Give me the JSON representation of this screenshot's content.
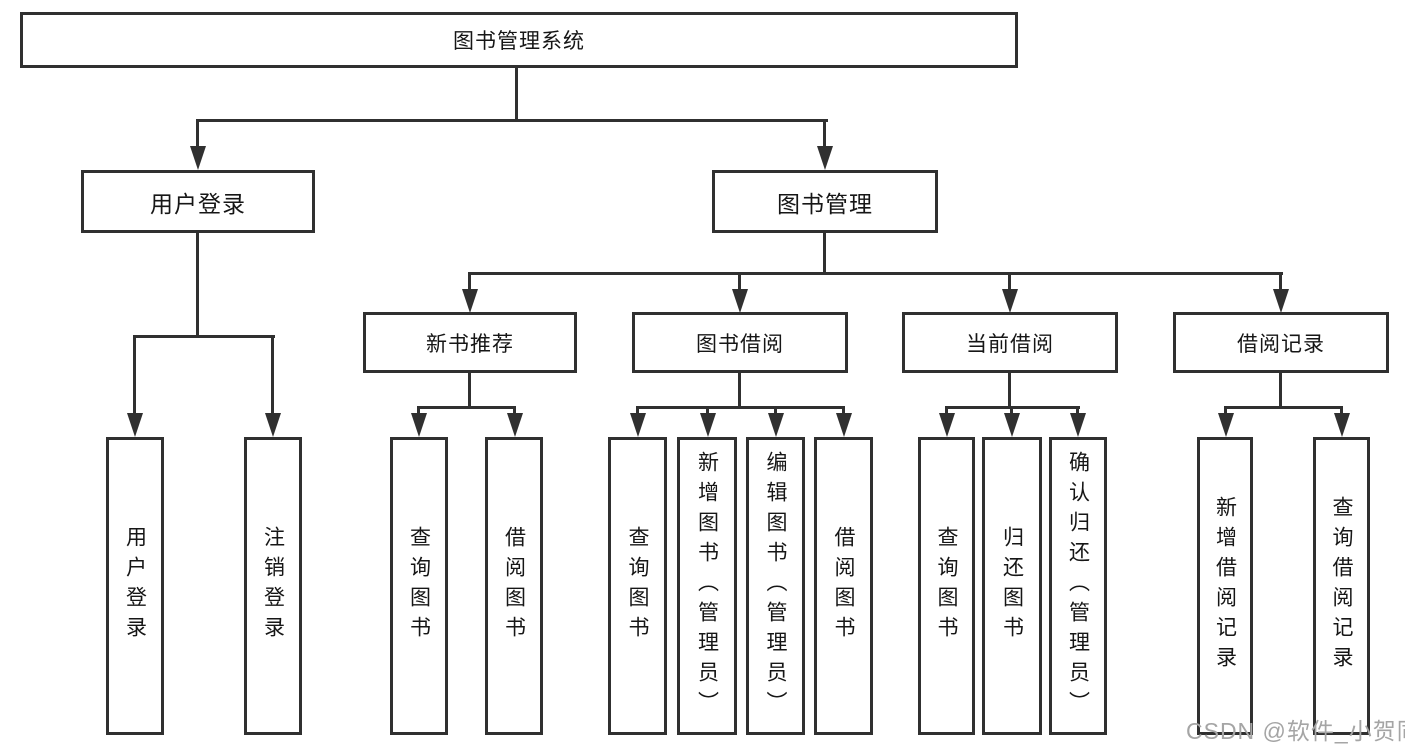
{
  "diagram": {
    "root": {
      "label": "图书管理系统"
    },
    "level2": [
      {
        "label": "用户登录"
      },
      {
        "label": "图书管理"
      }
    ],
    "level3": [
      {
        "label": "新书推荐"
      },
      {
        "label": "图书借阅"
      },
      {
        "label": "当前借阅"
      },
      {
        "label": "借阅记录"
      }
    ],
    "leaves": {
      "login": [
        {
          "label": "用户登录"
        },
        {
          "label": "注销登录"
        }
      ],
      "recommend": [
        {
          "label": "查询图书"
        },
        {
          "label": "借阅图书"
        }
      ],
      "borrow": [
        {
          "label": "查询图书"
        },
        {
          "label": "新增图书（管理员）"
        },
        {
          "label": "编辑图书（管理员）"
        },
        {
          "label": "借阅图书"
        }
      ],
      "current": [
        {
          "label": "查询图书"
        },
        {
          "label": "归还图书"
        },
        {
          "label": "确认归还（管理员）"
        }
      ],
      "records": [
        {
          "label": "新增借阅记录"
        },
        {
          "label": "查询借阅记录"
        }
      ]
    }
  },
  "watermark": {
    "text": "CSDN @软件_小贺同学"
  },
  "colors": {
    "line": "#303030",
    "text": "#161616",
    "watermark": "#a5a5a5",
    "background": "#ffffff"
  }
}
